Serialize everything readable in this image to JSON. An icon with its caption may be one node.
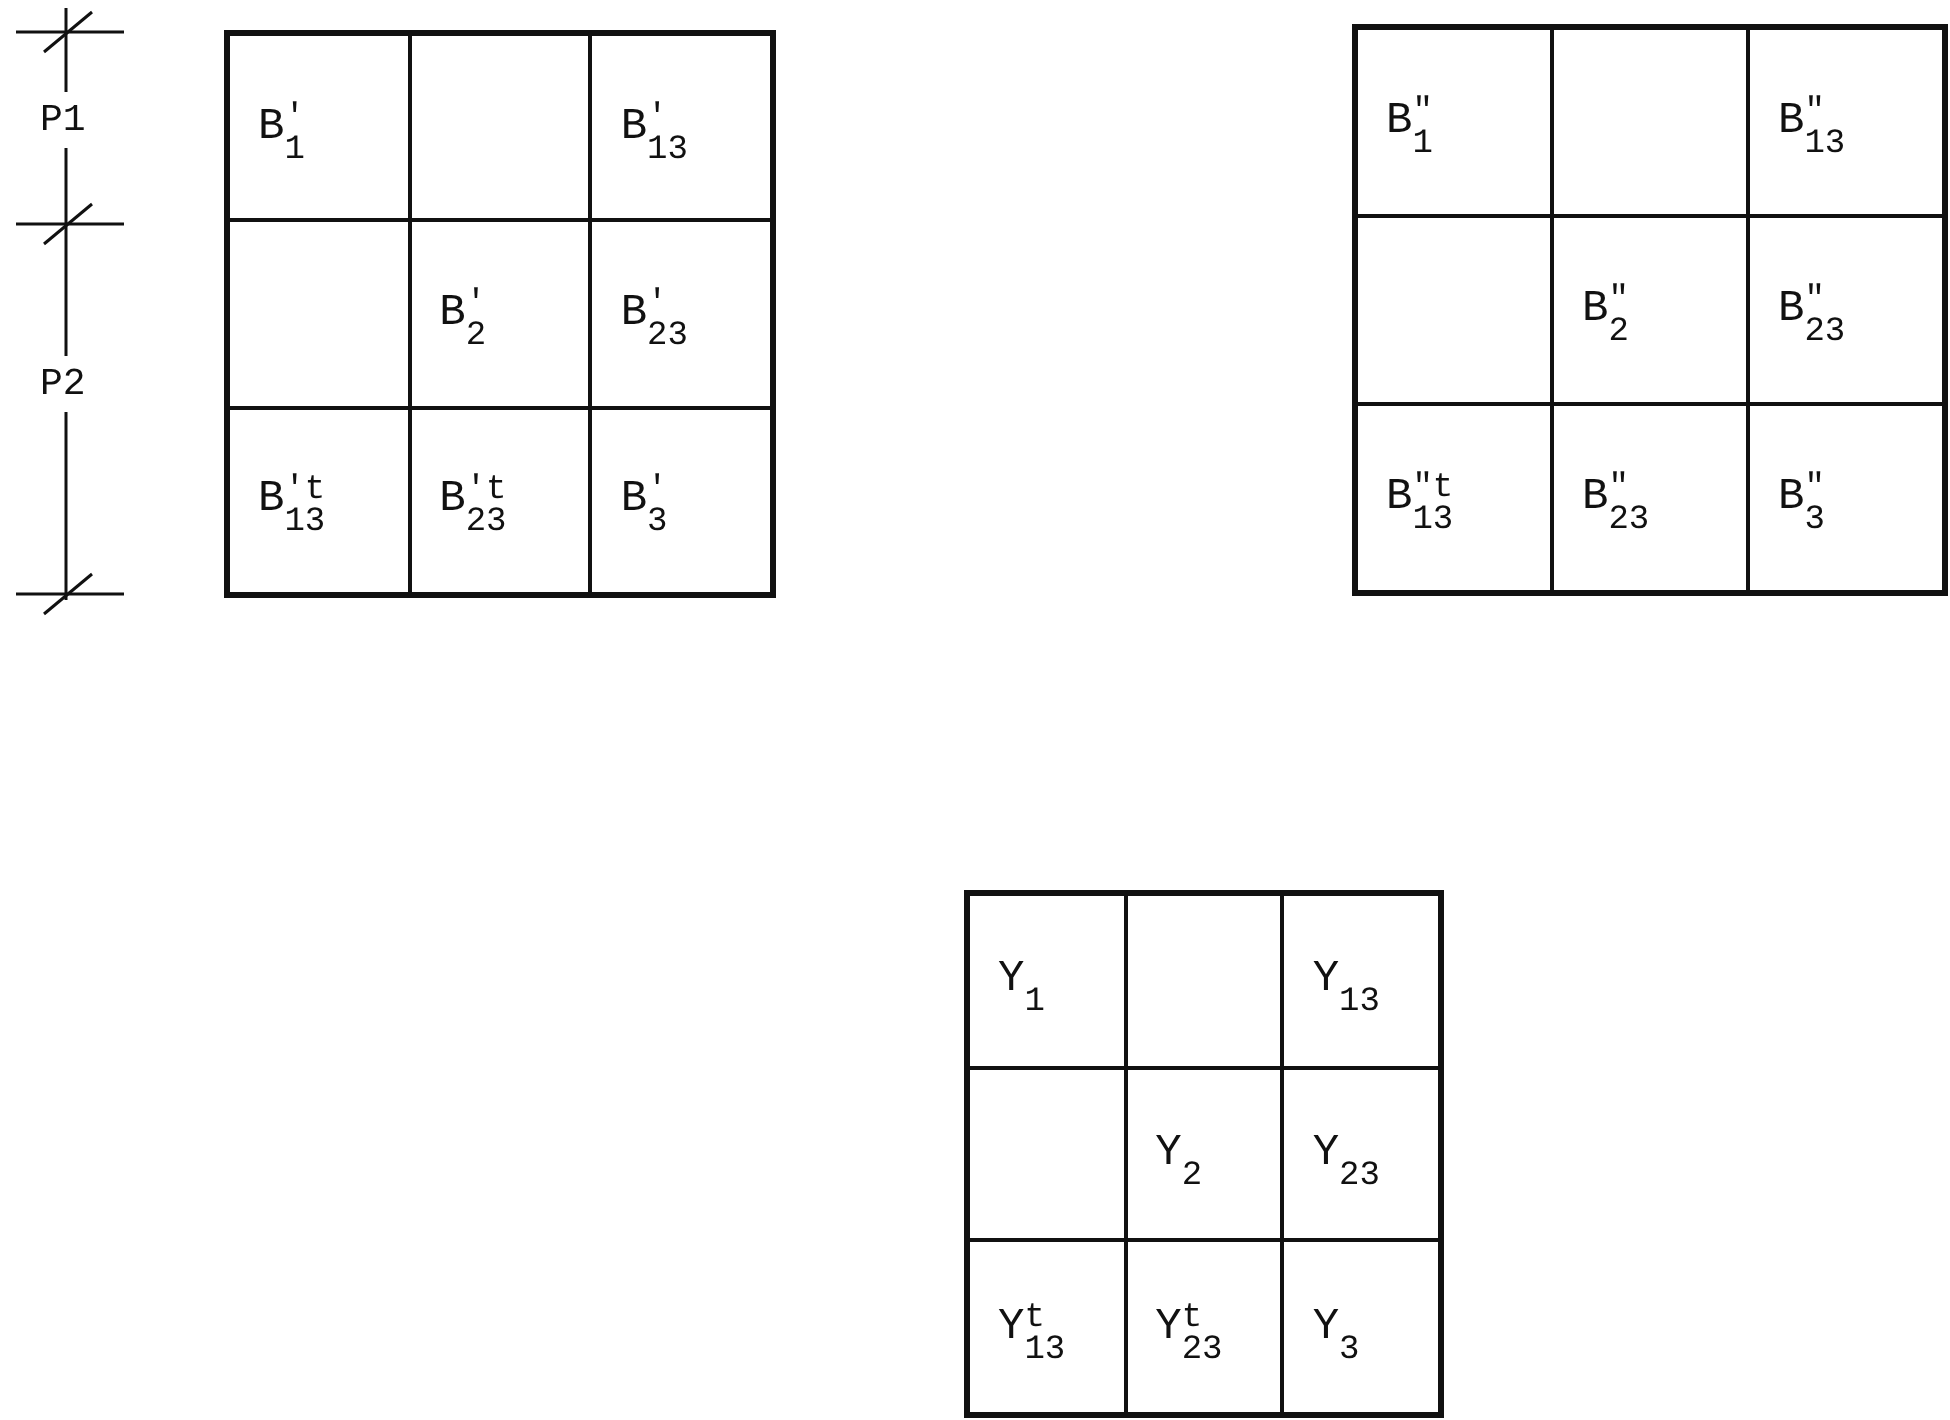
{
  "diagram": {
    "labels": [
      "P1",
      "P2",
      "B$^{'}$$_{1}$",
      "B$^{'}$$_{13}$",
      "B$^{'}$$_{2}$",
      "B$^{'}$$_{23}$",
      "B$^{'t}$$_{13}$",
      "B$^{'t}$$_{23}$",
      "B$^{'}$$_{3}$",
      "B$^{\"}$$_{1}$",
      "B$^{\"}$$_{13}$",
      "B$^{\"}$$_{2}$",
      "B$^{\"}$$_{23}$",
      "B$^{\"t}$$_{13}$",
      "B$^{\"}$$_{23}$",
      "B$^{\"}$$_{3}$",
      "Y$_{1}$",
      "Y$_{13}$",
      "Y$_{2}$",
      "Y$_{23}$",
      "Y$^{t}$$_{13}$",
      "Y$^{t}$$_{23}$",
      "Y$_{3}$"
    ]
  }
}
